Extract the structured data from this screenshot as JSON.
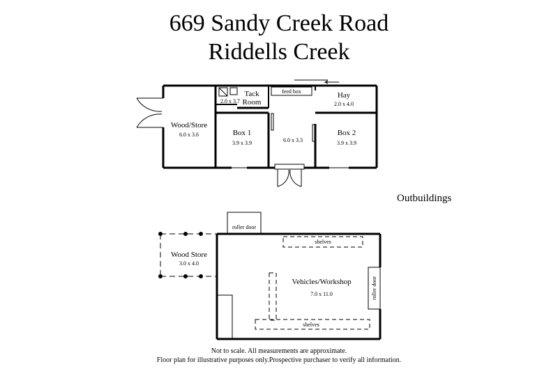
{
  "header": {
    "title_line1": "669 Sandy Creek Road",
    "title_line2": "Riddells Creek"
  },
  "section_label": "Outbuildings",
  "stable_building": {
    "wood_store": {
      "name": "Wood/Store",
      "size": "6.0 x 3.6"
    },
    "tack_room": {
      "name_line1": "Tack",
      "name_line2": "Room",
      "size": "2.0 x 3.7"
    },
    "feed_box": "feed box",
    "hay": {
      "name": "Hay",
      "size": "2.0 x 4.0"
    },
    "box1": {
      "name": "Box 1",
      "size": "3.9 x 3.9"
    },
    "center": {
      "size": "6.0 x 3.3"
    },
    "box2": {
      "name": "Box 2",
      "size": "3.9 x 3.9"
    }
  },
  "shed_building": {
    "wood_store": {
      "name": "Wood Store",
      "size": "3.0 x 4.0"
    },
    "roller_door_top": "roller door",
    "shelves_top": "shelves",
    "workshop": {
      "name": "Vehicles/Workshop",
      "size": "7.0 x 11.0"
    },
    "roller_door_side": "roller door",
    "shelves_bottom": "shelves"
  },
  "disclaimer": {
    "line1": "Not to scale. All measurements are approximate.",
    "line2": "Floor plan for illustrative purposes only.Prospective purchaser to verify all information."
  }
}
